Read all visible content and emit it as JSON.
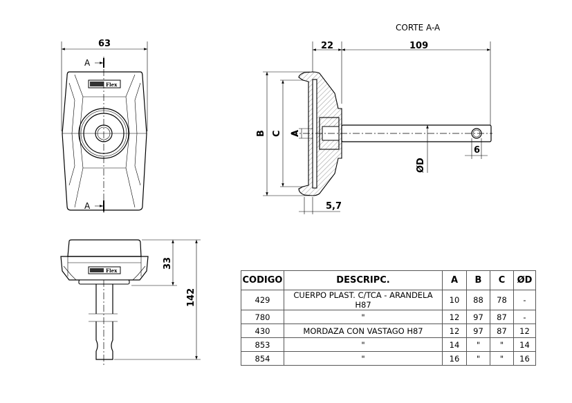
{
  "title": "CORTE A-A",
  "front_view": {
    "width_dim": "63",
    "section_mark_top": "A",
    "section_mark_bottom": "A",
    "logo_text": "Flex"
  },
  "section_view": {
    "dim_22": "22",
    "dim_109": "109",
    "dim_B": "B",
    "dim_C": "C",
    "dim_A": "A",
    "dim_D": "ØD",
    "dim_6": "6",
    "dim_5_7": "5,7"
  },
  "side_view": {
    "dim_33": "33",
    "dim_142": "142",
    "logo_text": "Flex"
  },
  "table": {
    "headers": [
      "CODIGO",
      "DESCRIPC.",
      "A",
      "B",
      "C",
      "ØD"
    ],
    "rows": [
      [
        "429",
        "CUERPO PLAST. C/TCA - ARANDELA H87",
        "10",
        "88",
        "78",
        "-"
      ],
      [
        "780",
        "\"",
        "12",
        "97",
        "87",
        "-"
      ],
      [
        "430",
        "MORDAZA CON VASTAGO H87",
        "12",
        "97",
        "87",
        "12"
      ],
      [
        "853",
        "\"",
        "14",
        "\"",
        "\"",
        "14"
      ],
      [
        "854",
        "\"",
        "16",
        "\"",
        "\"",
        "16"
      ]
    ]
  }
}
